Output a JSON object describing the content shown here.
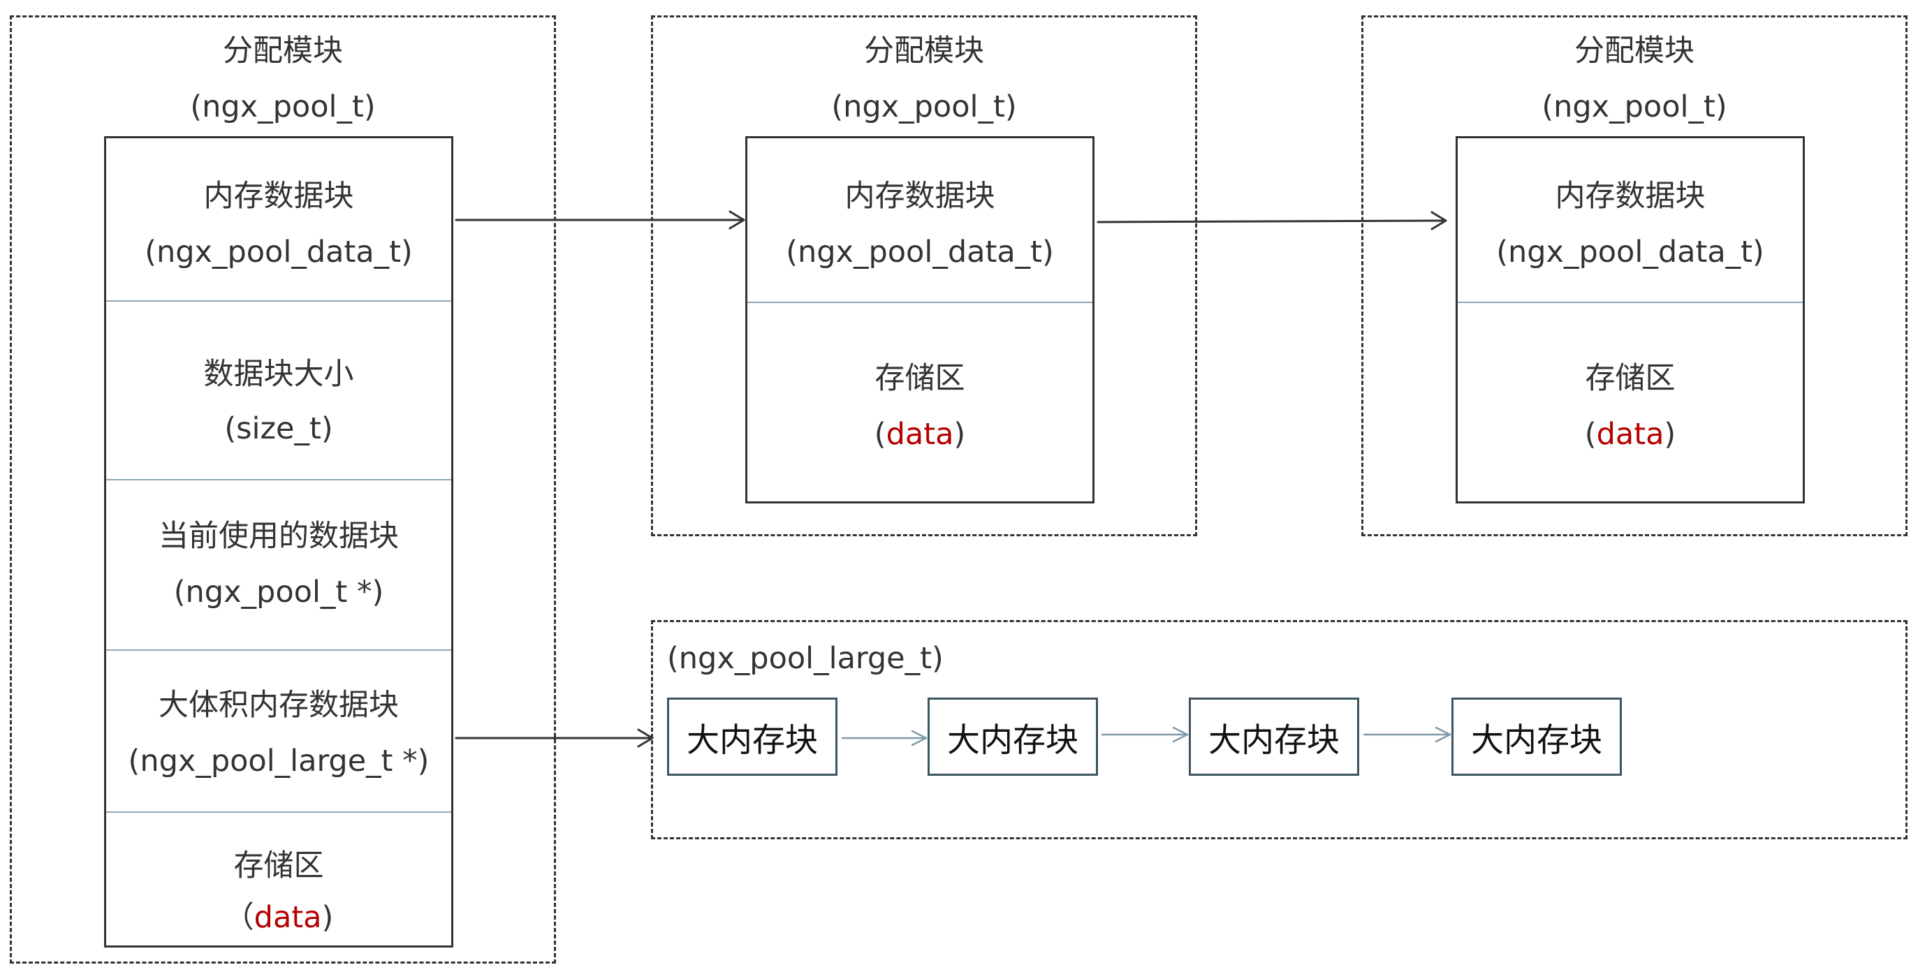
{
  "pool_module": {
    "title": "分配模块",
    "type": "(ngx_pool_t)",
    "data_block": {
      "title": "内存数据块",
      "type": "(ngx_pool_data_t)"
    },
    "size": {
      "title": "数据块大小",
      "type": "(size_t)"
    },
    "current": {
      "title": "当前使用的数据块",
      "type": "(ngx_pool_t *)"
    },
    "large": {
      "title": "大体积内存数据块",
      "type": "(ngx_pool_large_t *)"
    },
    "storage": {
      "title": "存储区",
      "open": "（",
      "data": "data",
      "close": ")"
    }
  },
  "module_2": {
    "title": "分配模块",
    "type": "(ngx_pool_t)",
    "data_block": {
      "title": "内存数据块",
      "type": "(ngx_pool_data_t)"
    },
    "storage": {
      "title": "存储区",
      "open": "(",
      "data": "data",
      "close": ")"
    }
  },
  "module_3": {
    "title": "分配模块",
    "type": "(ngx_pool_t)",
    "data_block": {
      "title": "内存数据块",
      "type": "(ngx_pool_data_t)"
    },
    "storage": {
      "title": "存储区",
      "open": "(",
      "data": "data",
      "close": ")"
    }
  },
  "large_chain": {
    "label": "(ngx_pool_large_t)",
    "blocks": [
      "大内存块",
      "大内存块",
      "大内存块",
      "大内存块"
    ]
  },
  "colors": {
    "border": "#333333",
    "separator": "#8fa6b5",
    "highlight": "#b40000",
    "chain_border": "#3d5461",
    "chain_arrow": "#7f9aab"
  }
}
